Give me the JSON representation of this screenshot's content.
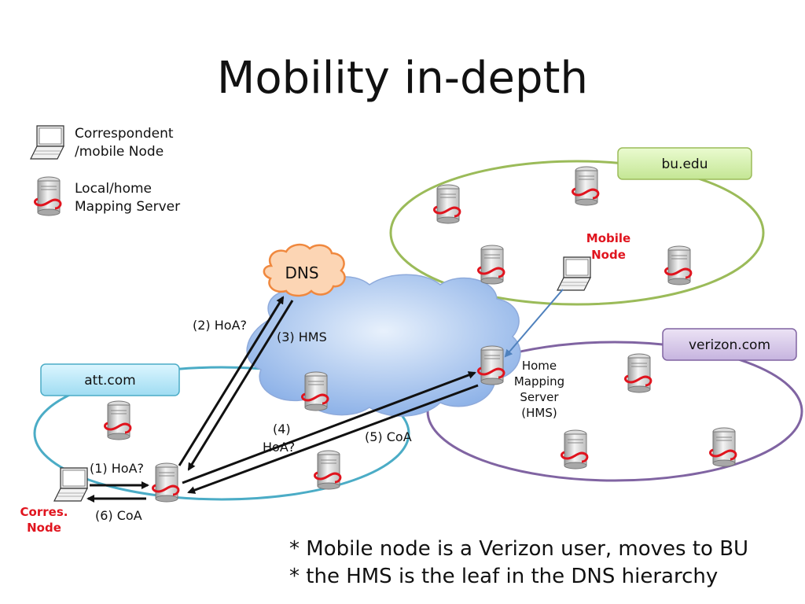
{
  "title": "Mobility in-depth",
  "legend": {
    "laptop_line1": "Correspondent",
    "laptop_line2": "/mobile Node",
    "server_line1": "Local/home",
    "server_line2": "Mapping Server"
  },
  "domains": {
    "bu": "bu.edu",
    "verizon": "verizon.com",
    "att": "att.com"
  },
  "dns_label": "DNS",
  "mobile_node": {
    "line1": "Mobile",
    "line2": "Node"
  },
  "corres_node": {
    "line1": "Corres.",
    "line2": "Node"
  },
  "hms": {
    "line1": "Home",
    "line2": "Mapping",
    "line3": "Server",
    "line4": "(HMS)"
  },
  "steps": {
    "s1": "(1) HoA?",
    "s2": "(2) HoA?",
    "s3": "(3) HMS",
    "s4_line1": "(4)",
    "s4_line2": "HoA?",
    "s5": "(5) CoA",
    "s6": "(6) CoA"
  },
  "notes": [
    "* Mobile node is a Verizon user, moves to BU",
    "* the HMS is the leaf in the DNS hierarchy"
  ],
  "colors": {
    "bu_ellipse": "#9bbb59",
    "verizon_ellipse": "#8064a2",
    "att_ellipse": "#4bacc6",
    "bu_box": "#d7f0b0",
    "verizon_box": "#d9cde8",
    "att_box": "#bfe9f7",
    "dns_fill": "#fcd5b4",
    "dns_stroke": "#f0883e",
    "cloud": "#a9c6ef",
    "highlight_red": "#e0141e"
  }
}
